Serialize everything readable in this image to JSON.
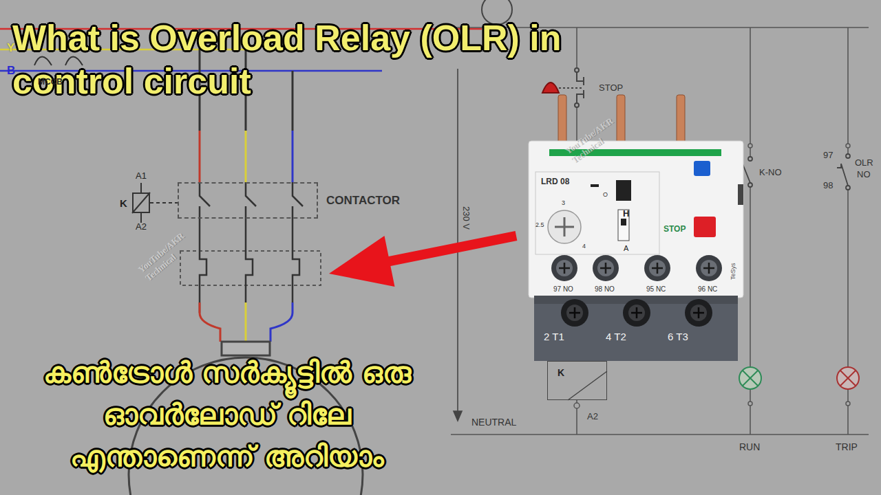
{
  "diagram": {
    "title": "What is Overload Relay (OLR) in control circuit",
    "caption": "കൺട്രോൾ സർക്യൂട്ടിൽ ഒരു ഓവർലോഡ് റിലേ എന്താണെന്ന് അറിയാം",
    "nodes": [
      {
        "text": [
          "CONTACTOR"
        ]
      },
      {
        "text": [
          "K"
        ]
      },
      {
        "text": [
          "LRD 08",
          "O",
          "H",
          "A",
          "3",
          "2.5",
          "4",
          "STOP",
          "TeSys",
          "97 NO",
          "98 NO",
          "95 NC",
          "96 NC",
          "2 T1",
          "4 T2",
          "6 T3"
        ]
      },
      {
        "text": [
          "K"
        ]
      }
    ],
    "labels": [
      "Y",
      "B",
      "MCCB",
      "A1",
      "A2",
      "230 V",
      "NEUTRAL",
      "STOP",
      "K-NO",
      "97",
      "98",
      "OLR",
      "NO",
      "A2",
      "RUN",
      "TRIP",
      "YouTube/AKR Technical",
      "YouTube/AKR Technical"
    ]
  }
}
